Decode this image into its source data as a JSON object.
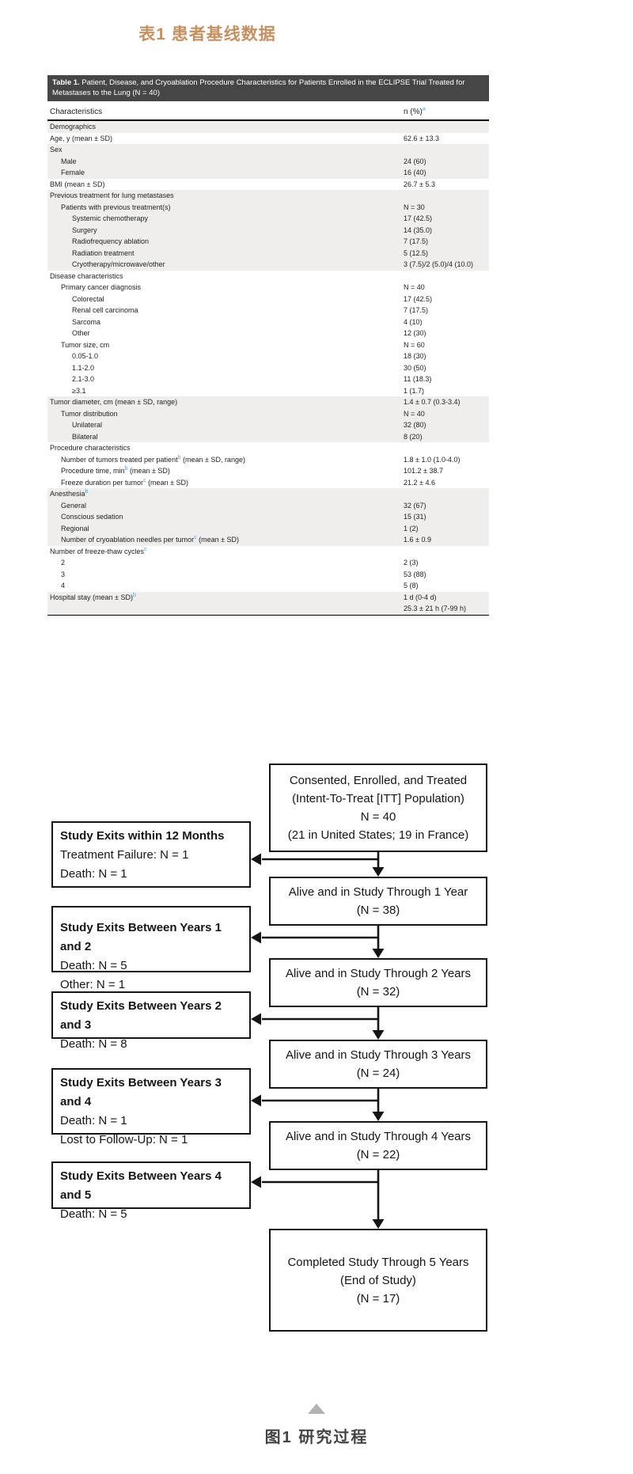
{
  "headings": {
    "table_caption": "表1  患者基线数据",
    "figure_caption": "图1  研究过程"
  },
  "colors": {
    "accent_title": "#c79060",
    "table_header_bg": "#464646",
    "row_shade": "#efeeec",
    "superscript_blue": "#4ba3d6"
  },
  "table": {
    "title_prefix": "Table 1.",
    "title_rest": " Patient, Disease, and Cryoablation Procedure Characteristics for Patients Enrolled in the ECLIPSE Trial Treated for Metastases to the Lung (N = 40)",
    "col_characteristics": "Characteristics",
    "col_value": "n (%)",
    "col_value_sup": "a",
    "rows": [
      {
        "label": "Demographics",
        "sup": "",
        "label_post": "",
        "value": "",
        "indent": 0,
        "shaded": true
      },
      {
        "label": "Age, y (mean ± SD)",
        "sup": "",
        "label_post": "",
        "value": "62.6 ± 13.3",
        "indent": 0,
        "shaded": false
      },
      {
        "label": "Sex",
        "sup": "",
        "label_post": "",
        "value": "",
        "indent": 0,
        "shaded": true
      },
      {
        "label": "Male",
        "sup": "",
        "label_post": "",
        "value": "24 (60)",
        "indent": 1,
        "shaded": true
      },
      {
        "label": "Female",
        "sup": "",
        "label_post": "",
        "value": "16 (40)",
        "indent": 1,
        "shaded": true
      },
      {
        "label": "BMI (mean ± SD)",
        "sup": "",
        "label_post": "",
        "value": "26.7 ± 5.3",
        "indent": 0,
        "shaded": false
      },
      {
        "label": "Previous treatment for lung metastases",
        "sup": "",
        "label_post": "",
        "value": "",
        "indent": 0,
        "shaded": true
      },
      {
        "label": "Patients with previous treatment(s)",
        "sup": "",
        "label_post": "",
        "value": "N = 30",
        "indent": 1,
        "shaded": true
      },
      {
        "label": "Systemic chemotherapy",
        "sup": "",
        "label_post": "",
        "value": "17 (42.5)",
        "indent": 2,
        "shaded": true
      },
      {
        "label": "Surgery",
        "sup": "",
        "label_post": "",
        "value": "14 (35.0)",
        "indent": 2,
        "shaded": true
      },
      {
        "label": "Radiofrequency ablation",
        "sup": "",
        "label_post": "",
        "value": "7 (17.5)",
        "indent": 2,
        "shaded": true
      },
      {
        "label": "Radiation treatment",
        "sup": "",
        "label_post": "",
        "value": "5 (12.5)",
        "indent": 2,
        "shaded": true
      },
      {
        "label": "Cryotherapy/microwave/other",
        "sup": "",
        "label_post": "",
        "value": "3 (7.5)/2 (5.0)/4 (10.0)",
        "indent": 2,
        "shaded": true
      },
      {
        "label": "Disease characteristics",
        "sup": "",
        "label_post": "",
        "value": "",
        "indent": 0,
        "shaded": false
      },
      {
        "label": "Primary cancer diagnosis",
        "sup": "",
        "label_post": "",
        "value": "N = 40",
        "indent": 1,
        "shaded": false
      },
      {
        "label": "Colorectal",
        "sup": "",
        "label_post": "",
        "value": "17 (42.5)",
        "indent": 2,
        "shaded": false
      },
      {
        "label": "Renal cell carcinoma",
        "sup": "",
        "label_post": "",
        "value": "7 (17.5)",
        "indent": 2,
        "shaded": false
      },
      {
        "label": "Sarcoma",
        "sup": "",
        "label_post": "",
        "value": "4 (10)",
        "indent": 2,
        "shaded": false
      },
      {
        "label": "Other",
        "sup": "",
        "label_post": "",
        "value": "12 (30)",
        "indent": 2,
        "shaded": false
      },
      {
        "label": "Tumor size, cm",
        "sup": "",
        "label_post": "",
        "value": "N = 60",
        "indent": 1,
        "shaded": false
      },
      {
        "label": "0.05-1.0",
        "sup": "",
        "label_post": "",
        "value": "18 (30)",
        "indent": 2,
        "shaded": false
      },
      {
        "label": "1.1-2.0",
        "sup": "",
        "label_post": "",
        "value": "30 (50)",
        "indent": 2,
        "shaded": false
      },
      {
        "label": "2.1-3.0",
        "sup": "",
        "label_post": "",
        "value": "11 (18.3)",
        "indent": 2,
        "shaded": false
      },
      {
        "label": "≥3.1",
        "sup": "",
        "label_post": "",
        "value": "1 (1.7)",
        "indent": 2,
        "shaded": false
      },
      {
        "label": "Tumor diameter, cm (mean ± SD, range)",
        "sup": "",
        "label_post": "",
        "value": "1.4 ± 0.7 (0.3-3.4)",
        "indent": 0,
        "shaded": true
      },
      {
        "label": "Tumor distribution",
        "sup": "",
        "label_post": "",
        "value": "N = 40",
        "indent": 1,
        "shaded": true
      },
      {
        "label": "Unilateral",
        "sup": "",
        "label_post": "",
        "value": "32 (80)",
        "indent": 2,
        "shaded": true
      },
      {
        "label": "Bilateral",
        "sup": "",
        "label_post": "",
        "value": "8 (20)",
        "indent": 2,
        "shaded": true
      },
      {
        "label": "Procedure characteristics",
        "sup": "",
        "label_post": "",
        "value": "",
        "indent": 0,
        "shaded": false
      },
      {
        "label": "Number of tumors treated per patient",
        "sup": "b",
        "label_post": " (mean ± SD, range)",
        "value": "1.8 ± 1.0 (1.0-4.0)",
        "indent": 1,
        "shaded": false
      },
      {
        "label": "Procedure time, min",
        "sup": "b",
        "label_post": " (mean ± SD)",
        "value": "101.2 ± 38.7",
        "indent": 1,
        "shaded": false
      },
      {
        "label": "Freeze duration per tumor",
        "sup": "c",
        "label_post": " (mean ± SD)",
        "value": "21.2 ± 4.6",
        "indent": 1,
        "shaded": false
      },
      {
        "label": "Anesthesia",
        "sup": "b",
        "label_post": "",
        "value": "",
        "indent": 0,
        "shaded": true
      },
      {
        "label": "General",
        "sup": "",
        "label_post": "",
        "value": "32 (67)",
        "indent": 1,
        "shaded": true
      },
      {
        "label": "Conscious sedation",
        "sup": "",
        "label_post": "",
        "value": "15 (31)",
        "indent": 1,
        "shaded": true
      },
      {
        "label": "Regional",
        "sup": "",
        "label_post": "",
        "value": "1 (2)",
        "indent": 1,
        "shaded": true
      },
      {
        "label": "Number of cryoablation needles per tumor",
        "sup": "c",
        "label_post": " (mean ± SD)",
        "value": "1.6 ± 0.9",
        "indent": 1,
        "shaded": true
      },
      {
        "label": "Number of freeze-thaw cycles",
        "sup": "c",
        "label_post": "",
        "value": "",
        "indent": 0,
        "shaded": false
      },
      {
        "label": "2",
        "sup": "",
        "label_post": "",
        "value": "2 (3)",
        "indent": 1,
        "shaded": false
      },
      {
        "label": "3",
        "sup": "",
        "label_post": "",
        "value": "53 (88)",
        "indent": 1,
        "shaded": false
      },
      {
        "label": "4",
        "sup": "",
        "label_post": "",
        "value": "5 (8)",
        "indent": 1,
        "shaded": false
      },
      {
        "label": "Hospital stay (mean ± SD)",
        "sup": "b",
        "label_post": "",
        "value": "1 d (0-4 d)",
        "indent": 0,
        "shaded": true
      },
      {
        "label": "",
        "sup": "",
        "label_post": "",
        "value": "25.3 ± 21 h (7-99 h)",
        "indent": 0,
        "shaded": true
      }
    ]
  },
  "flowchart": {
    "right_boxes": [
      {
        "lines": [
          "Consented, Enrolled, and Treated",
          "(Intent-To-Treat [ITT] Population)",
          "N = 40",
          "(21 in United States; 19 in France)"
        ]
      },
      {
        "lines": [
          "Alive and in Study Through 1 Year",
          "(N = 38)"
        ]
      },
      {
        "lines": [
          "Alive and in Study Through 2 Years",
          "(N = 32)"
        ]
      },
      {
        "lines": [
          "Alive and in Study Through 3 Years",
          "(N = 24)"
        ]
      },
      {
        "lines": [
          "Alive and in Study Through 4 Years",
          "(N = 22)"
        ]
      },
      {
        "lines": [
          "Completed Study Through 5 Years",
          "(End of Study)",
          "(N = 17)"
        ]
      }
    ],
    "left_boxes": [
      {
        "title": "Study Exits within 12 Months",
        "lines": [
          "Treatment Failure: N = 1",
          "Death: N = 1"
        ]
      },
      {
        "title": "Study Exits Between Years 1 and 2",
        "lines": [
          "Death: N = 5",
          "Other: N = 1"
        ]
      },
      {
        "title": "Study Exits Between Years 2 and 3",
        "lines": [
          "Death: N = 8"
        ]
      },
      {
        "title": "Study Exits Between Years 3 and 4",
        "lines": [
          "Death: N = 1",
          "Lost to Follow-Up: N = 1"
        ]
      },
      {
        "title": "Study Exits Between Years 4 and 5",
        "lines": [
          "Death: N = 5"
        ]
      }
    ]
  }
}
